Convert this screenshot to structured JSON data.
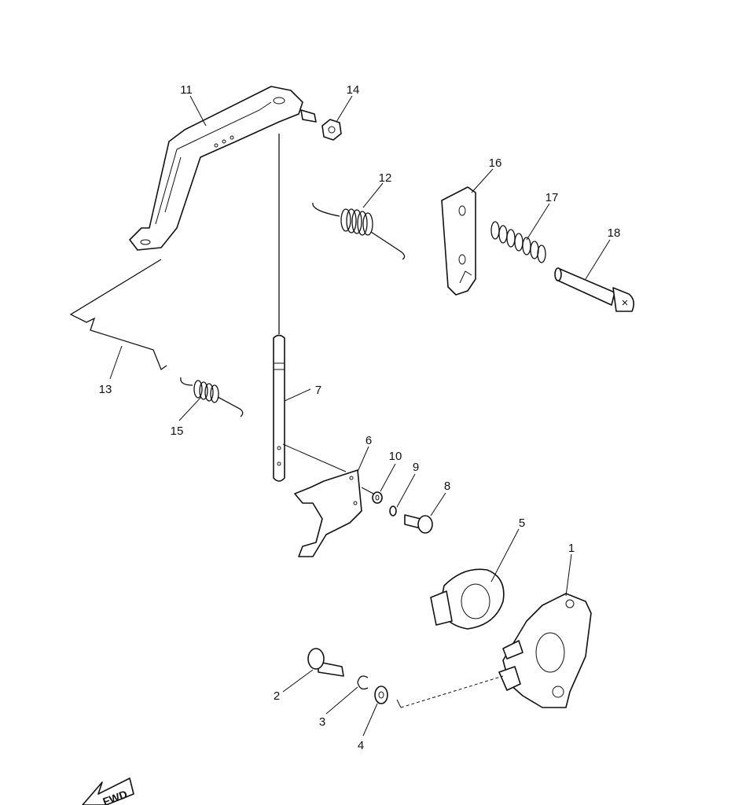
{
  "diagram": {
    "type": "exploded parts diagram",
    "callouts": [
      {
        "number": "1"
      },
      {
        "number": "2"
      },
      {
        "number": "3"
      },
      {
        "number": "4"
      },
      {
        "number": "5"
      },
      {
        "number": "6"
      },
      {
        "number": "7"
      },
      {
        "number": "8"
      },
      {
        "number": "9"
      },
      {
        "number": "10"
      },
      {
        "number": "11"
      },
      {
        "number": "12"
      },
      {
        "number": "13"
      },
      {
        "number": "14"
      },
      {
        "number": "15"
      },
      {
        "number": "16"
      },
      {
        "number": "17"
      },
      {
        "number": "18"
      }
    ],
    "direction_marker": "FWD"
  }
}
